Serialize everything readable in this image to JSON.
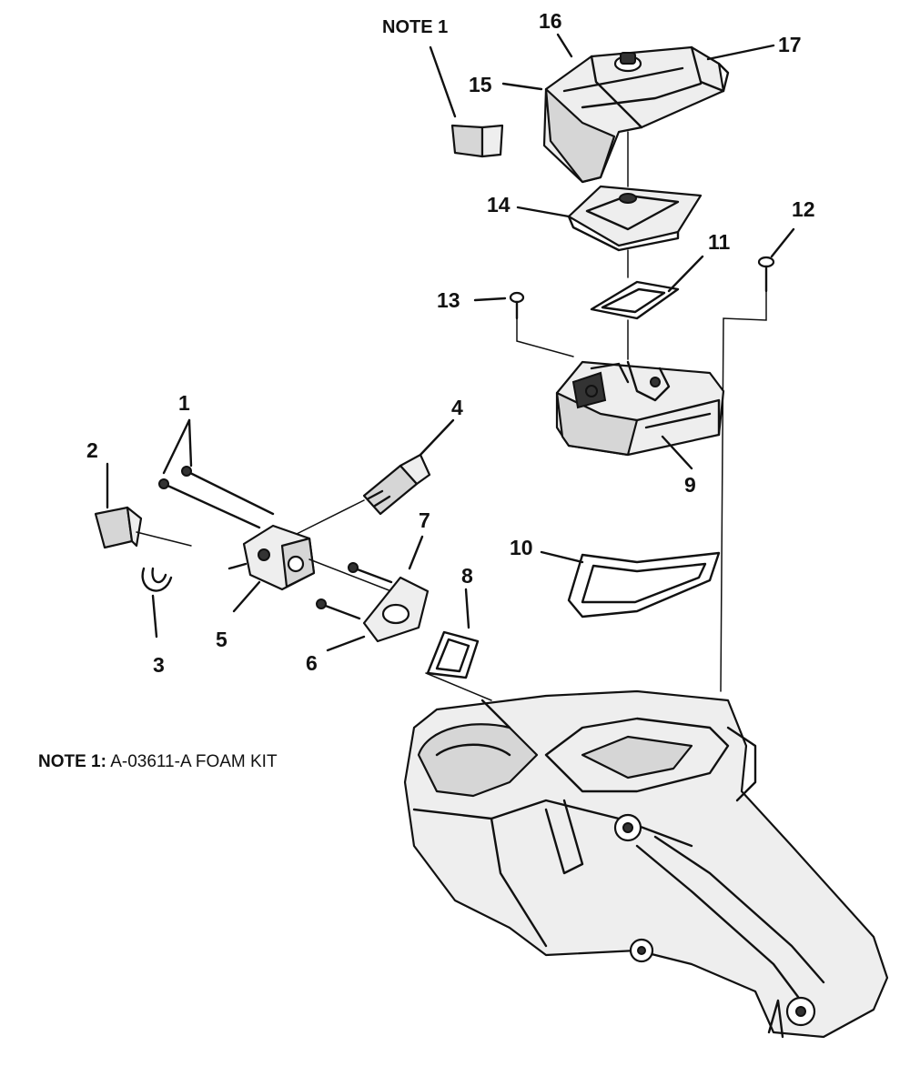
{
  "diagram": {
    "callouts": [
      {
        "id": "1",
        "label": "1"
      },
      {
        "id": "2",
        "label": "2"
      },
      {
        "id": "3",
        "label": "3"
      },
      {
        "id": "4",
        "label": "4"
      },
      {
        "id": "5",
        "label": "5"
      },
      {
        "id": "6",
        "label": "6"
      },
      {
        "id": "7",
        "label": "7"
      },
      {
        "id": "8",
        "label": "8"
      },
      {
        "id": "9",
        "label": "9"
      },
      {
        "id": "10",
        "label": "10"
      },
      {
        "id": "11",
        "label": "11"
      },
      {
        "id": "12",
        "label": "12"
      },
      {
        "id": "13",
        "label": "13"
      },
      {
        "id": "14",
        "label": "14"
      },
      {
        "id": "15",
        "label": "15"
      },
      {
        "id": "16",
        "label": "16"
      },
      {
        "id": "17",
        "label": "17"
      }
    ],
    "note_callout": "NOTE 1",
    "note_prefix": "NOTE 1:",
    "note_body": "A-03611-A FOAM KIT"
  },
  "colors": {
    "ink": "#111111",
    "background": "#ffffff"
  }
}
